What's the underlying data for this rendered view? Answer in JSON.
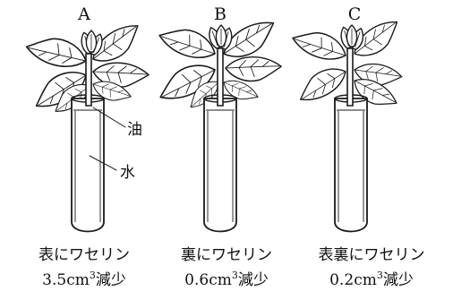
{
  "experiments": [
    {
      "letter": "A",
      "condition": "表にワセリン",
      "amount": "3.5",
      "unit": "cm",
      "exponent": "3",
      "suffix": "減少"
    },
    {
      "letter": "B",
      "condition": "裏にワセリン",
      "amount": "0.6",
      "unit": "cm",
      "exponent": "3",
      "suffix": "減少"
    },
    {
      "letter": "C",
      "condition": "表裏にワセリン",
      "amount": "0.2",
      "unit": "cm",
      "exponent": "3",
      "suffix": "減少"
    }
  ],
  "callouts": {
    "oil": "油",
    "water": "水"
  }
}
